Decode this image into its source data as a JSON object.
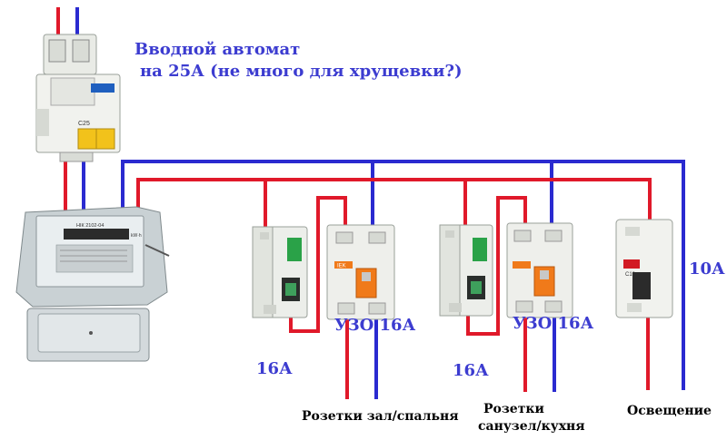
{
  "title": {
    "line1": "Вводной автомат",
    "line2": "на 25А (не много для хрущевки?)"
  },
  "labels": {
    "uzo1": "УЗО 16А",
    "uzo2": "УЗО 16А",
    "breaker1": "16А",
    "breaker2": "16А",
    "lighting_breaker": "10А"
  },
  "outputs": {
    "out1": "Розетки зал/спальня",
    "out2_line1": "Розетки",
    "out2_line2": "санузел/кухня",
    "out3": "Освещение"
  },
  "device_marks": {
    "main_breaker_rating": "C25",
    "meter_model": "НІК 2102-04",
    "meter_unit": "kW·h",
    "uzo_brand": "IEK",
    "lighting_rating": "C10"
  },
  "colors": {
    "phase": "#e0192a",
    "neutral": "#2a2ad0",
    "label_blue": "#3c3cd0",
    "breaker_yellow": "#f2c21b",
    "uzo_orange": "#f07a1a",
    "device_body": "#eceeea",
    "meter_body": "#cfd6d9"
  }
}
